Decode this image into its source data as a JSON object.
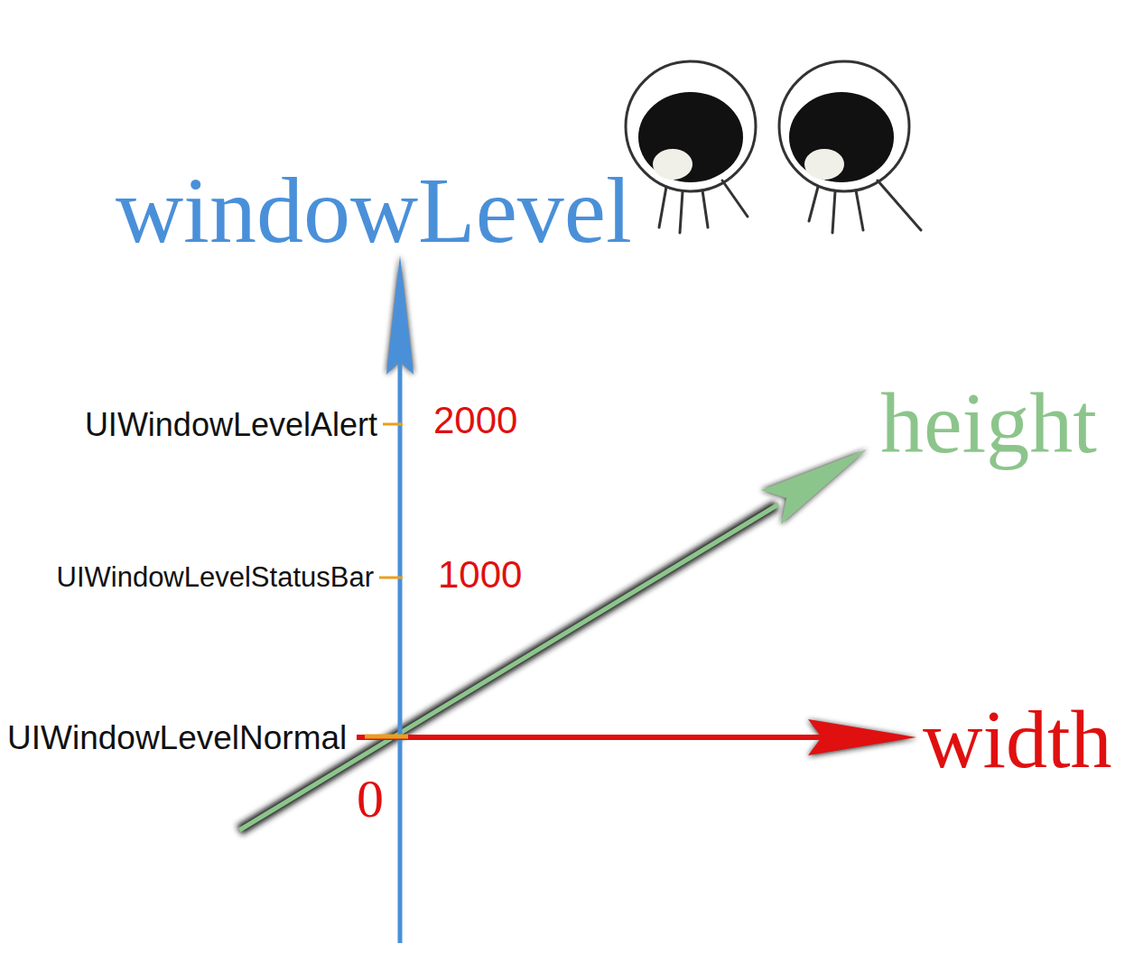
{
  "diagram": {
    "labels": [
      "windowLevel",
      "height",
      "width",
      "0",
      "UIWindowLevelAlert",
      "2000",
      "UIWindowLevelStatusBar",
      "1000",
      "UIWindowLevelNormal"
    ]
  }
}
